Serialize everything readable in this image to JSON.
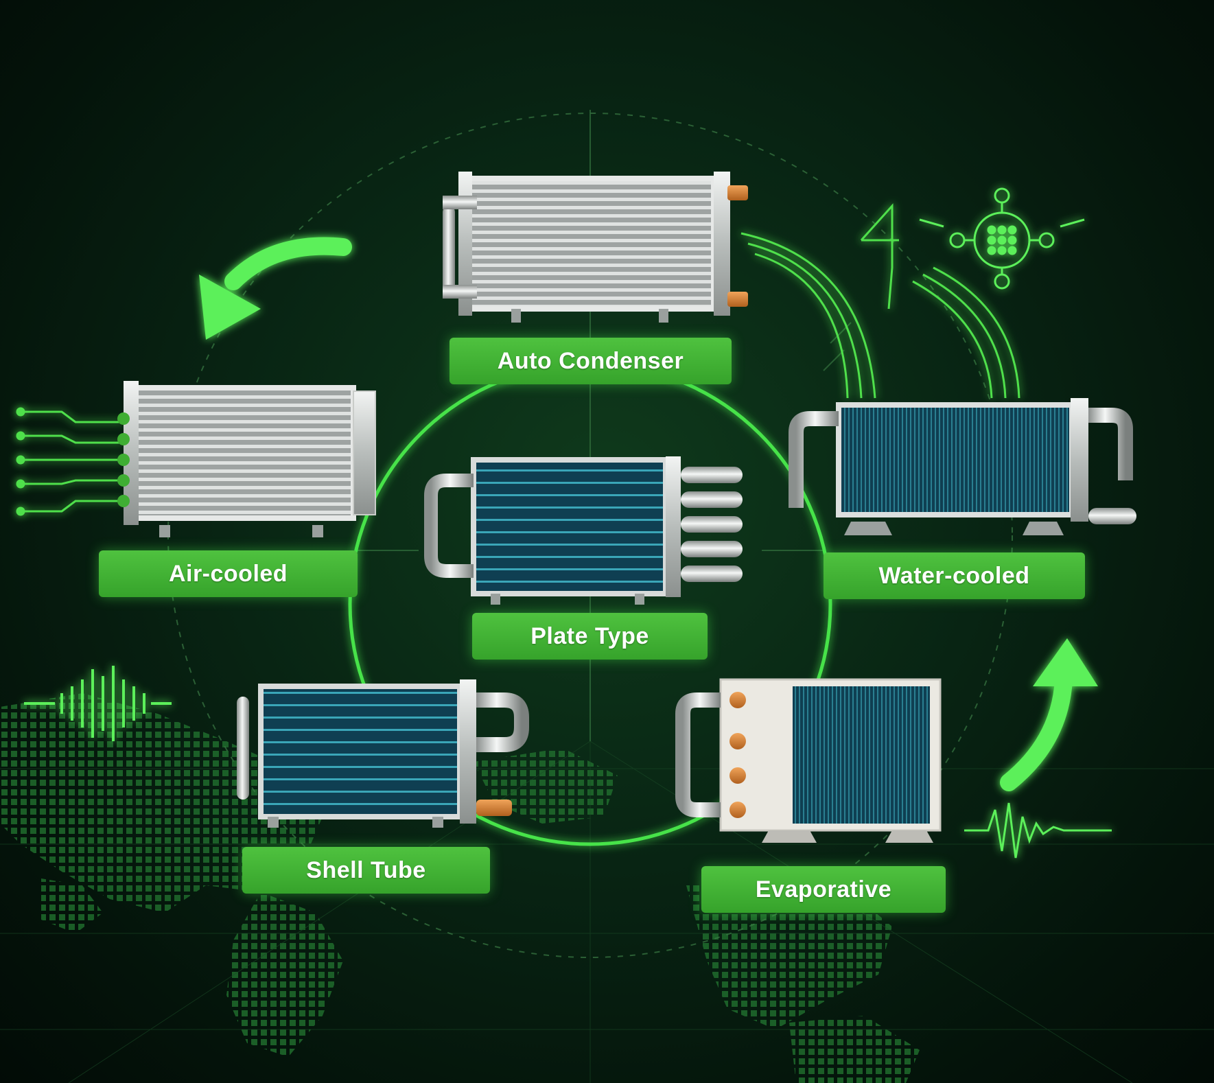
{
  "labels": {
    "auto_condenser": "Auto Condenser",
    "air_cooled": "Air-cooled",
    "water_cooled": "Water-cooled",
    "plate_type": "Plate Type",
    "shell_tube": "Shell Tube",
    "evaporative": "Evaporative"
  },
  "colors": {
    "background": "#04130a",
    "accent_green": "#3fd43a",
    "label_green": "#3fae33",
    "label_text": "#ffffff",
    "aluminum": "#c9ccc9",
    "coil_blue": "#1c5f6e",
    "copper": "#d9822b"
  },
  "icons": [
    "curved-arrow-icon",
    "circuit-node-icon",
    "waveform-icon",
    "world-map-icon",
    "data-lines-icon"
  ]
}
